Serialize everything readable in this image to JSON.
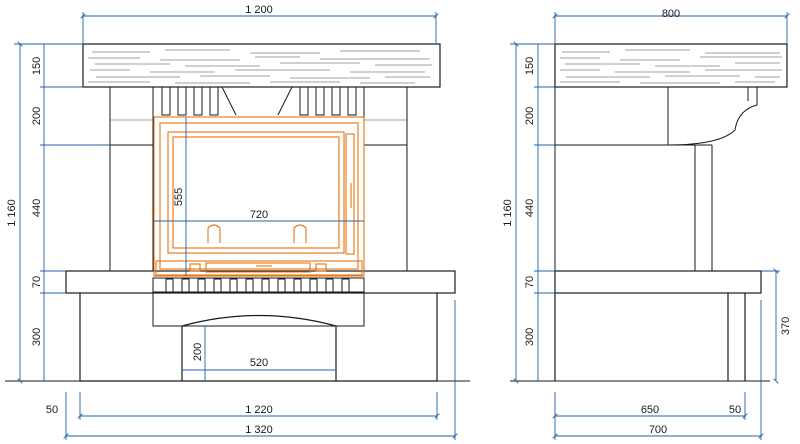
{
  "colors": {
    "outline": "#1a1a1a",
    "dimension": "#2060a8",
    "insert": "#e8720c",
    "background": "#ffffff"
  },
  "front": {
    "width_total": "1 200",
    "height_total": "1 160",
    "h_beam": "150",
    "h_upper": "200",
    "h_middle": "440",
    "h_slab": "70",
    "h_base": "300",
    "insert_height": "555",
    "insert_width": "720",
    "arch_height": "200",
    "arch_width": "520",
    "offset": "50",
    "base_width": "1 220",
    "full_width": "1 320"
  },
  "side": {
    "depth_top": "800",
    "height_total": "1 160",
    "h_beam": "150",
    "h_upper": "200",
    "h_middle": "440",
    "h_slab": "70",
    "h_base": "300",
    "h_lower": "370",
    "base_depth": "650",
    "offset": "50",
    "full_depth": "700"
  }
}
